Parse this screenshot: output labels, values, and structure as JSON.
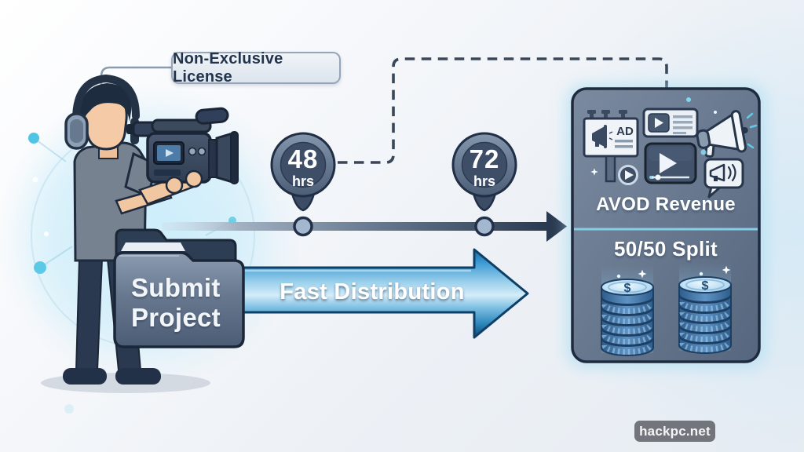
{
  "license_label": {
    "text": "Non-Exclusive License"
  },
  "timeline": {
    "markers": [
      {
        "value": "48",
        "unit": "hrs"
      },
      {
        "value": "72",
        "unit": "hrs"
      }
    ]
  },
  "submit_folder": {
    "line1": "Submit",
    "line2": "Project"
  },
  "distribution_arrow": {
    "label": "Fast Distribution"
  },
  "revenue_panel": {
    "title": "AVOD Revenue",
    "split_label": "50/50 Split",
    "billboard_label": "AD",
    "coin_currency_symbol": "$",
    "icons": [
      "billboard-ad",
      "video-card",
      "megaphone",
      "video-player",
      "play-circle",
      "speech-megaphone",
      "coin-stack",
      "coin-stack"
    ]
  },
  "watermark": {
    "text": "hackpc.net"
  },
  "colors": {
    "dark_navy": "#24334a",
    "panel_slate": "#68788e",
    "arrow_blue": "#2f8fc6",
    "accent_cyan": "#86cde7",
    "coin_blue": "#4a7fae",
    "background": "#eef1f6"
  }
}
